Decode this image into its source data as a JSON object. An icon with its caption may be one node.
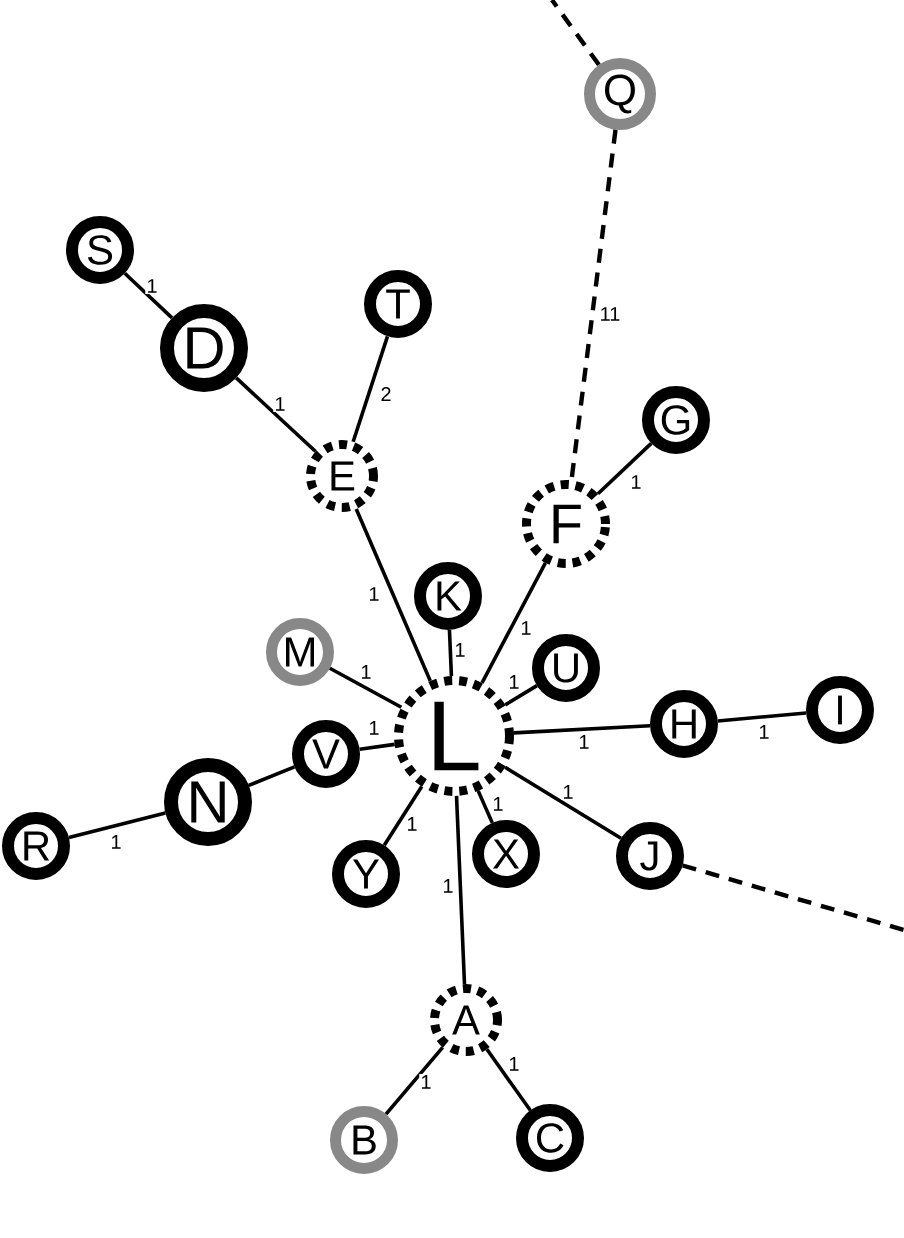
{
  "diagram": {
    "nodes": [
      {
        "text": [
          "Q"
        ]
      },
      {
        "text": [
          "S"
        ]
      },
      {
        "text": [
          "D"
        ]
      },
      {
        "text": [
          "T"
        ]
      },
      {
        "text": [
          "E"
        ]
      },
      {
        "text": [
          "G"
        ]
      },
      {
        "text": [
          "F"
        ]
      },
      {
        "text": [
          "K"
        ]
      },
      {
        "text": [
          "M"
        ]
      },
      {
        "text": [
          "L"
        ]
      },
      {
        "text": [
          "U"
        ]
      },
      {
        "text": [
          "H"
        ]
      },
      {
        "text": [
          "I"
        ]
      },
      {
        "text": [
          "V"
        ]
      },
      {
        "text": [
          "N"
        ]
      },
      {
        "text": [
          "R"
        ]
      },
      {
        "text": [
          "Y"
        ]
      },
      {
        "text": [
          "X"
        ]
      },
      {
        "text": [
          "J"
        ]
      },
      {
        "text": [
          "A"
        ]
      },
      {
        "text": [
          "B"
        ]
      },
      {
        "text": [
          "C"
        ]
      }
    ],
    "edges": [
      {
        "from": 1,
        "to": 2,
        "arrow": "none",
        "label": "1"
      },
      {
        "from": 2,
        "to": 4,
        "arrow": "none",
        "label": "1"
      },
      {
        "from": 3,
        "to": 4,
        "arrow": "none",
        "label": "2"
      },
      {
        "from": 0,
        "to": null,
        "arrow": "none",
        "style": "dashed"
      },
      {
        "from": 0,
        "to": 6,
        "arrow": "none",
        "label": "11",
        "style": "dashed"
      },
      {
        "from": 5,
        "to": 6,
        "arrow": "none",
        "label": "1"
      },
      {
        "from": 4,
        "to": 9,
        "arrow": "none",
        "label": "1"
      },
      {
        "from": 6,
        "to": 9,
        "arrow": "none",
        "label": "1"
      },
      {
        "from": 7,
        "to": 9,
        "arrow": "none",
        "label": "1"
      },
      {
        "from": 8,
        "to": 9,
        "arrow": "none",
        "label": "1"
      },
      {
        "from": 10,
        "to": 9,
        "arrow": "none",
        "label": "1"
      },
      {
        "from": 9,
        "to": 11,
        "arrow": "none",
        "label": "1"
      },
      {
        "from": 11,
        "to": 12,
        "arrow": "none",
        "label": "1"
      },
      {
        "from": 13,
        "to": 9,
        "arrow": "none",
        "label": "1"
      },
      {
        "from": 14,
        "to": 13,
        "arrow": "none"
      },
      {
        "from": 15,
        "to": 14,
        "arrow": "none",
        "label": "1"
      },
      {
        "from": 16,
        "to": 9,
        "arrow": "none",
        "label": "1"
      },
      {
        "from": 17,
        "to": 9,
        "arrow": "none",
        "label": "1"
      },
      {
        "from": 9,
        "to": 18,
        "arrow": "none",
        "label": "1"
      },
      {
        "from": 18,
        "to": null,
        "arrow": "none",
        "style": "dashed"
      },
      {
        "from": 9,
        "to": 19,
        "arrow": "none",
        "label": "1"
      },
      {
        "from": 19,
        "to": 20,
        "arrow": "none",
        "label": "1"
      },
      {
        "from": 19,
        "to": 21,
        "arrow": "none",
        "label": "1"
      }
    ]
  }
}
